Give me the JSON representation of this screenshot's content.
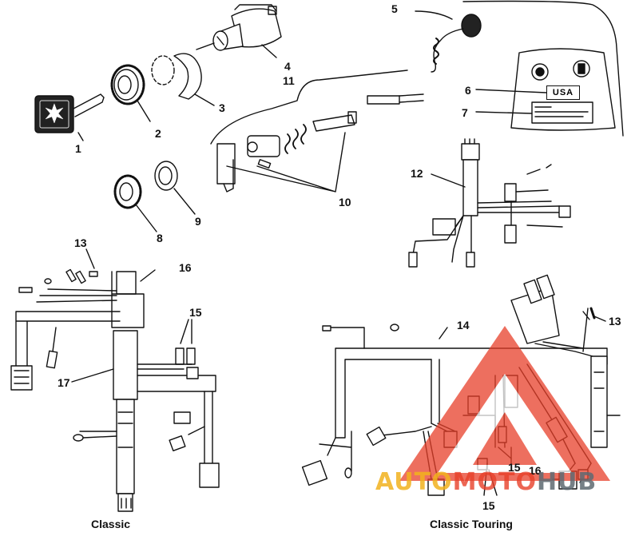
{
  "callouts": {
    "c1": "1",
    "c2": "2",
    "c3": "3",
    "c4": "4",
    "c5": "5",
    "c6": "6",
    "c7": "7",
    "c8": "8",
    "c9": "9",
    "c10": "10",
    "c11": "11",
    "c12": "12",
    "c13a": "13",
    "c13b": "13",
    "c14": "14",
    "c15a": "15",
    "c15b": "15",
    "c15c": "15",
    "c16a": "16",
    "c16b": "16",
    "c17": "17"
  },
  "captions": {
    "classic": "Classic",
    "classic_touring": "Classic Touring"
  },
  "decal": {
    "usa": "USA"
  },
  "watermark": {
    "part1": "AUTO",
    "part2": "MOTO",
    "part3": "HUB"
  },
  "colors": {
    "line": "#111111",
    "watermark_red": "#e8402a",
    "watermark_gold": "#f2b21e",
    "watermark_gray": "#5f6a72"
  }
}
